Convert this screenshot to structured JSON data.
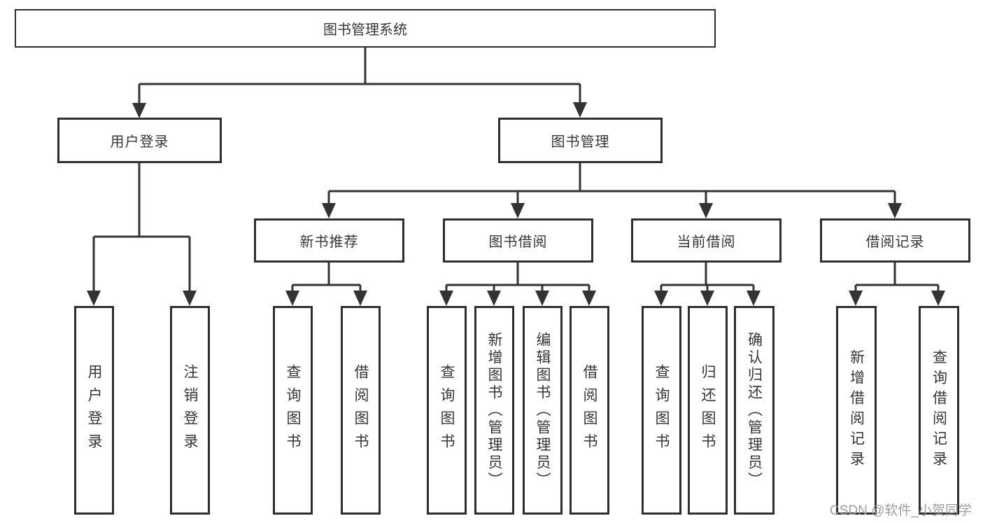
{
  "tree": {
    "root": {
      "label": "图书管理系统"
    },
    "branches": [
      {
        "label": "用户登录",
        "children": [
          {
            "label": "用户登录"
          },
          {
            "label": "注销登录"
          }
        ]
      },
      {
        "label": "图书管理",
        "sections": [
          {
            "label": "新书推荐",
            "children": [
              {
                "label": "查询图书"
              },
              {
                "label": "借阅图书"
              }
            ]
          },
          {
            "label": "图书借阅",
            "children": [
              {
                "label": "查询图书"
              },
              {
                "label": "新增图书（管理员）"
              },
              {
                "label": "编辑图书（管理员）"
              },
              {
                "label": "借阅图书"
              }
            ]
          },
          {
            "label": "当前借阅",
            "children": [
              {
                "label": "查询图书"
              },
              {
                "label": "归还图书"
              },
              {
                "label": "确认归还（管理员）"
              }
            ]
          },
          {
            "label": "借阅记录",
            "children": [
              {
                "label": "新增借阅记录"
              },
              {
                "label": "查询借阅记录"
              }
            ]
          }
        ]
      }
    ]
  },
  "watermark": {
    "text": "CSDN @软件_小贺同学"
  },
  "colors": {
    "line": "#333333",
    "box_border": "#2e2e2e",
    "text": "#363636",
    "watermark_text": "#9e9e9e",
    "background": "#ffffff"
  }
}
